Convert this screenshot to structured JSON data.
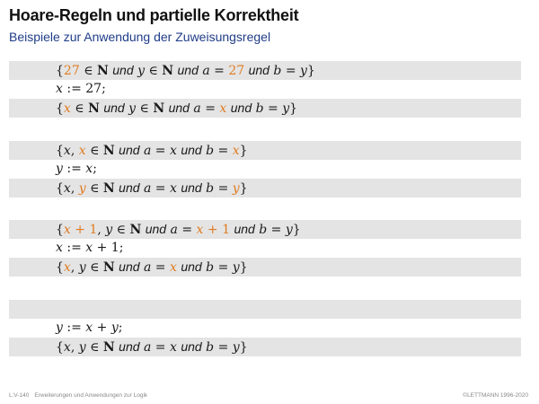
{
  "header": {
    "title": "Hoare-Regeln und partielle Korrektheit",
    "subtitle": "Beispiele zur Anwendung der Zuweisungsregel"
  },
  "keyword_und": "und",
  "examples": [
    {
      "pre": "{27 ∈ N und y ∈ N und a = 27 und b = y}",
      "assignment": "x := 27;",
      "post": "{x ∈ N und y ∈ N und a = x und b = y}"
    },
    {
      "pre": "{x, x ∈ N und a = x und b = x}",
      "assignment": "y := x;",
      "post": "{x, y ∈ N und a = x und b = y}"
    },
    {
      "pre": "{x + 1, y ∈ N und a = x + 1 und b = y}",
      "assignment": "x := x + 1;",
      "post": "{x, y ∈ N und a = x und b = y}"
    },
    {
      "pre": "",
      "assignment": "y := x + y;",
      "post": "{x, y ∈ N und a = x und b = y}"
    }
  ],
  "highlight_color": "#e07b21",
  "footer": {
    "slide_id": "L:V-140",
    "course": "Erweiterungen und Anwendungen zur Logik",
    "copyright": "©LETTMANN 1996-2020"
  }
}
